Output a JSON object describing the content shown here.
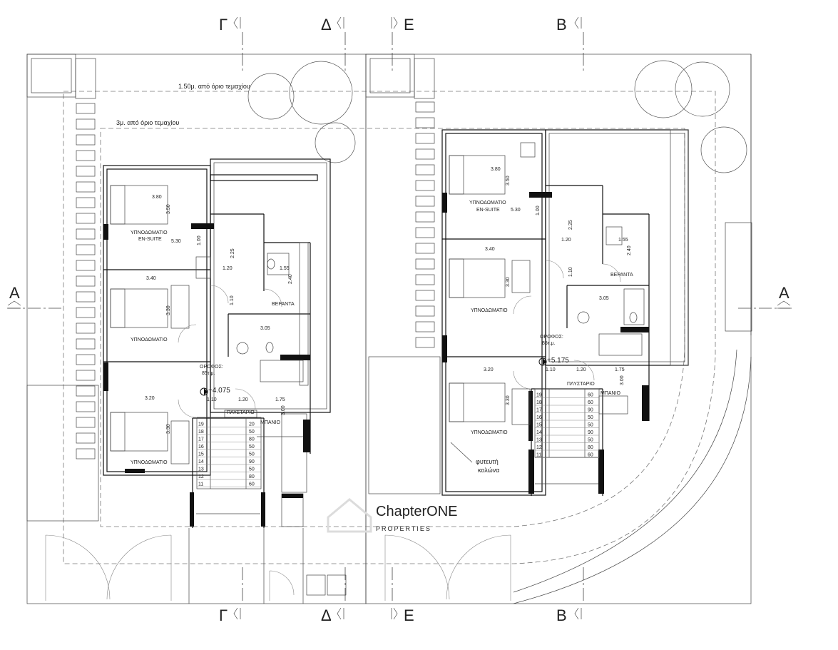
{
  "section_marks": {
    "top": [
      "Γ",
      "Δ",
      "Ε",
      "Β"
    ],
    "bottom": [
      "Γ",
      "Δ",
      "Ε",
      "Β"
    ],
    "left": "Α",
    "right": "Α"
  },
  "setback_notes": {
    "outer": "1.50μ. από όριο τεμαχίου",
    "inner": "3μ. από όριο τεμαχίου"
  },
  "unit_left": {
    "rooms": {
      "bedroom_ensuite": "ΥΠΝΟΔΩΜΑΤΙΟ",
      "ensuite_suffix": "EN-SUITE",
      "bedroom_2": "ΥΠΝΟΔΩΜΑΤΙΟ",
      "bedroom_3": "ΥΠΝΟΔΩΜΑΤΙΟ",
      "veranda": "ΒΕΡΑΝΤΑ",
      "laundry": "ΠΛΥΣΤΑΡΙΟ",
      "bathroom": "ΜΠΑΝΙΟ",
      "floor_label": "ΟΡΟΦΟΣ:",
      "floor_area": "85τ.μ."
    },
    "level": "+4.075",
    "dims": {
      "d380": "3.80",
      "d350": "3.50",
      "d530": "5.30",
      "d100": "1.00",
      "d225": "2.25",
      "d120a": "1.20",
      "d155": "1.55",
      "d240": "2.40",
      "d340": "3.40",
      "d330a": "3.30",
      "d110a": "1.10",
      "d305": "3.05",
      "d320": "3.20",
      "d110b": "1.10",
      "d120b": "1.20",
      "d175": "1.75",
      "d330b": "3.30",
      "d300": "3.00"
    },
    "stair_left": [
      "19",
      "18",
      "17",
      "16",
      "15",
      "14",
      "13",
      "12",
      "11"
    ],
    "stair_right": [
      "20",
      "50",
      "80",
      "50",
      "50",
      "90",
      "50",
      "80",
      "60"
    ]
  },
  "unit_right": {
    "rooms": {
      "bedroom_ensuite": "ΥΠΝΟΔΩΜΑΤΙΟ",
      "ensuite_suffix": "EN-SUITE",
      "bedroom_2": "ΥΠΝΟΔΩΜΑΤΙΟ",
      "bedroom_3": "ΥΠΝΟΔΩΜΑΤΙΟ",
      "veranda": "ΒΕΡΑΝΤΑ",
      "laundry": "ΠΛΥΣΤΑΡΙΟ",
      "bathroom": "ΜΠΑΝΙΟ",
      "floor_label": "ΟΡΟΦΟΣ:",
      "floor_area": "85τ.μ."
    },
    "level": "+5.175",
    "dims": {
      "d380": "3.80",
      "d350": "3.50",
      "d530": "5.30",
      "d100": "1.00",
      "d225": "2.25",
      "d120a": "1.20",
      "d155": "1.55",
      "d240": "2.40",
      "d340": "3.40",
      "d330a": "3.30",
      "d110a": "1.10",
      "d305": "3.05",
      "d320": "3.20",
      "d110b": "1.10",
      "d120b": "1.20",
      "d175": "1.75",
      "d330b": "3.30",
      "d300": "3.00"
    },
    "stair_left": [
      "19",
      "18",
      "17",
      "16",
      "15",
      "14",
      "13",
      "12",
      "11"
    ],
    "stair_right": [
      "60",
      "60",
      "90",
      "50",
      "50",
      "90",
      "50",
      "80",
      "60"
    ],
    "planted_column_line1": "φυτευτή",
    "planted_column_line2": "κολώνα"
  },
  "watermark": {
    "brand": "ChapterONE",
    "sub": "PROPERTIES"
  }
}
